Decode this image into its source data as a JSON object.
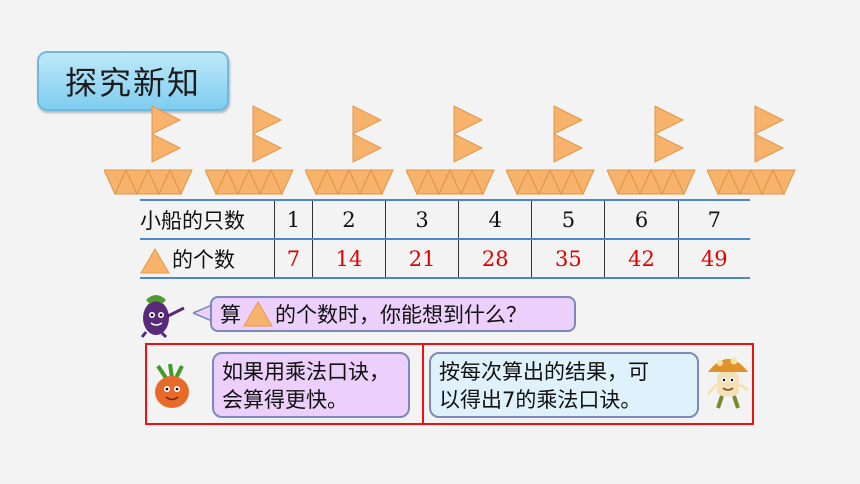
{
  "title": "探究新知",
  "table": {
    "row1_label": "小船的只数",
    "row2_label": "的个数",
    "boats": [
      "1",
      "2",
      "3",
      "4",
      "5",
      "6",
      "7"
    ],
    "triangles": [
      "7",
      "14",
      "21",
      "28",
      "35",
      "42",
      "49"
    ]
  },
  "question": {
    "prefix": "算",
    "suffix": "的个数时，你能想到什么？"
  },
  "bubble_left": {
    "line1": "如果用乘法口诀，",
    "line2": "会算得更快。"
  },
  "bubble_right": {
    "line1": "按每次算出的结果，可",
    "line2": "以得出7的乘法口诀。"
  },
  "icons": [
    "triangle-icon",
    "boat-icon",
    "eggplant-character-icon",
    "vegetable-character-icon",
    "mushroom-character-icon"
  ],
  "colors": {
    "title_bg": "#7ecdf0",
    "triangle": "#f7b36b",
    "red_numbers": "#e00000",
    "table_lines": "#4b88c8",
    "frame": "#ee1111",
    "bubble_purple": "#eccffa",
    "bubble_blue": "#dff1fb"
  }
}
